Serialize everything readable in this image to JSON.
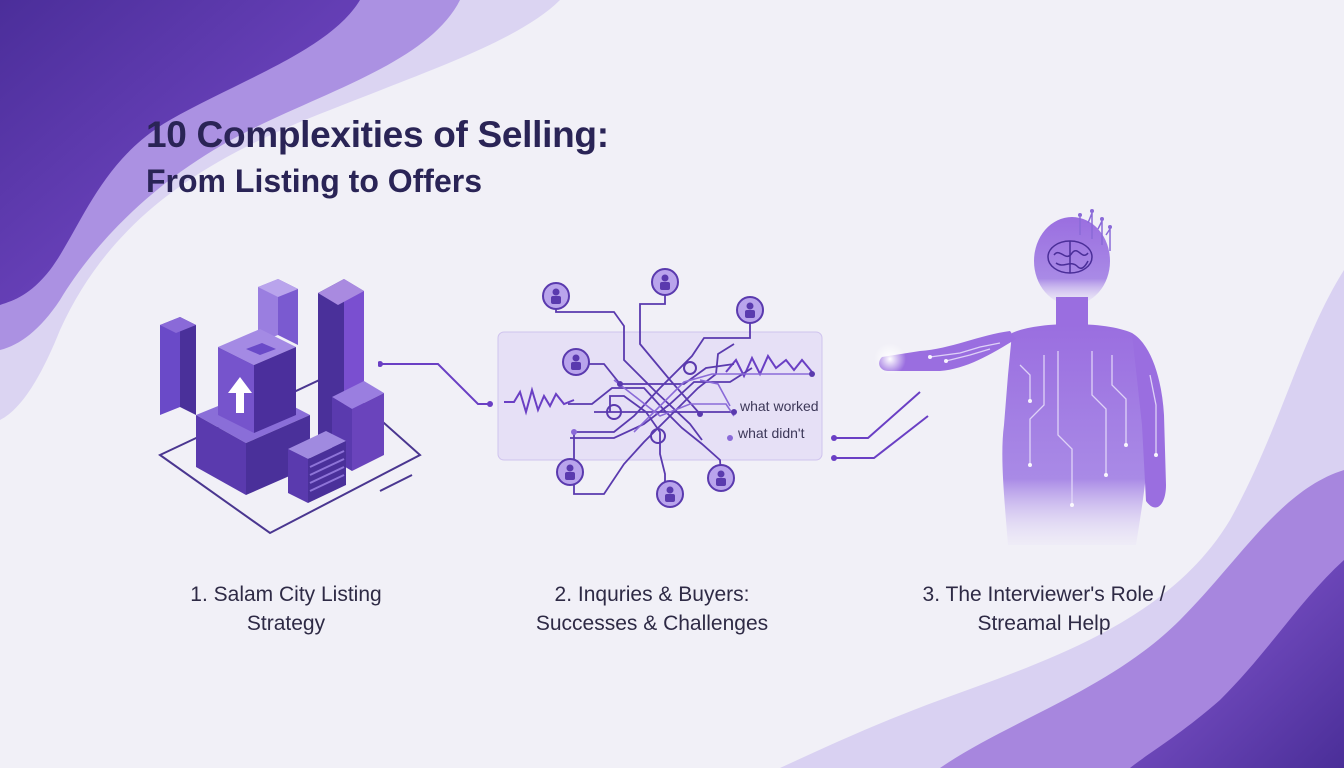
{
  "title": {
    "line1": "10 Complexities of Selling:",
    "line2": "From Listing to Offers"
  },
  "steps": [
    {
      "line1": "1. Salam City Listing",
      "line2": "Strategy",
      "icon": "isometric-buildings-icon"
    },
    {
      "line1": "2. Inquries & Buyers:",
      "line2": "Successes & Challenges",
      "icon": "buyer-network-icon"
    },
    {
      "line1": "3. The Interviewer's Role /",
      "line2": "Streamal Help",
      "icon": "ai-humanoid-icon"
    }
  ],
  "annotations": {
    "worked": "what worked",
    "didnt": "what didn't"
  },
  "colors": {
    "accent": "#6a3fc4",
    "deep": "#3d2b86",
    "light": "#b8a6e6",
    "text": "#2a2456",
    "background": "#f1f0f7"
  }
}
